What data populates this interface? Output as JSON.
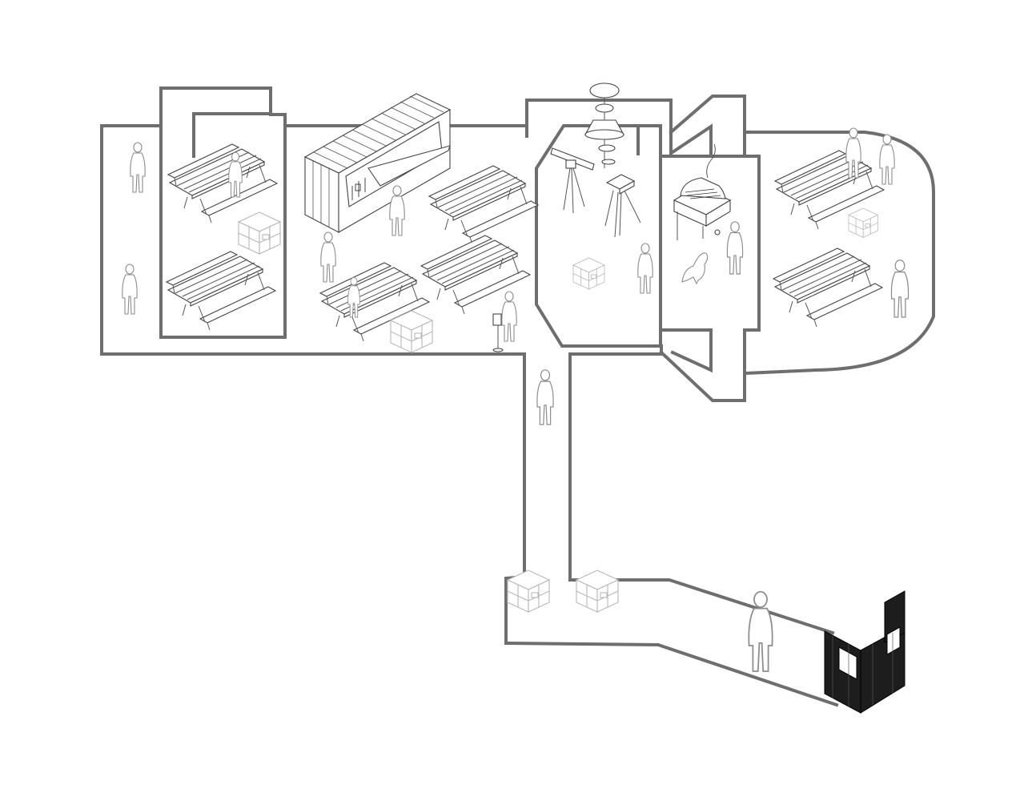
{
  "diagram": {
    "kind": "isometric event-space layout with circulation path",
    "palette": {
      "path": "#6e6e6e",
      "objects": "#444444",
      "ghost_objects": "#b8b8b8",
      "people": "#8c8c8c",
      "kiosk": "#1d1d1d",
      "background": "#ffffff"
    },
    "zones": [
      {
        "id": "picnic-enclosure",
        "contents": [
          "picnic-table",
          "picnic-table",
          "crate-stack"
        ]
      },
      {
        "id": "container-bar",
        "contents": [
          "shipping-container-kiosk",
          "picnic-table",
          "picnic-table",
          "picnic-table",
          "crate-stack",
          "sign-post"
        ]
      },
      {
        "id": "octagon-hub",
        "contents": [
          "bell-lamp",
          "telescope-on-tripod",
          "camera-tripod",
          "crate-stack"
        ]
      },
      {
        "id": "grill-area",
        "contents": [
          "bbq-grill",
          "dog"
        ]
      },
      {
        "id": "oval-terrace",
        "contents": [
          "picnic-table",
          "picnic-table",
          "crate-stack"
        ]
      },
      {
        "id": "entrance-corridor",
        "contents": [
          "crate-stack",
          "crate-stack",
          "ticket-kiosk"
        ]
      }
    ],
    "icons": [
      "picnic-table-icon",
      "container-icon",
      "crate-icon",
      "bell-lamp-icon",
      "telescope-icon",
      "grill-icon",
      "dog-icon",
      "person-icon",
      "kiosk-icon",
      "sign-icon"
    ]
  }
}
